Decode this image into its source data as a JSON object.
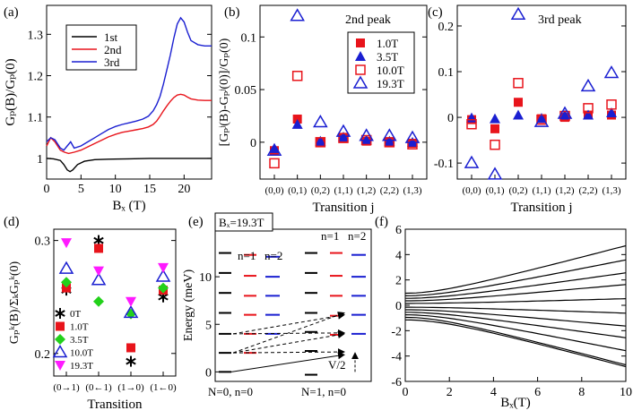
{
  "panels": {
    "a": {
      "label": "(a)"
    },
    "b": {
      "label": "(b)",
      "title": "2nd peak"
    },
    "c": {
      "label": "(c)",
      "title": "3rd peak"
    },
    "d": {
      "label": "(d)"
    },
    "e": {
      "label": "(e)",
      "field_box": "Bₓ=19.3T",
      "labels": {
        "n1_left": "n=1",
        "n2_left": "n=2",
        "n1_right": "n=1",
        "n2_right": "n=2",
        "bottom_left": "N=0, n=0",
        "bottom_right": "N=1, n=0",
        "v2": "V/2"
      }
    },
    "f": {
      "label": "(f)"
    }
  },
  "chart_data": [
    {
      "id": "a",
      "type": "line",
      "xlabel": "Bₓ (T)",
      "ylabel": "Gₚ(B)/Gₚ(0)",
      "xlim": [
        0,
        24
      ],
      "ylim": [
        0.95,
        1.37
      ],
      "xticks": [
        0,
        5,
        10,
        15,
        20
      ],
      "yticks": [
        1,
        1.1,
        1.2,
        1.3
      ],
      "legend": [
        "1st",
        "2nd",
        "3rd"
      ],
      "legend_position": "upper-left",
      "series": [
        {
          "name": "1st",
          "color": "#000000",
          "x": [
            0,
            1,
            2,
            2.5,
            3,
            3.4,
            3.8,
            4.5,
            5.5,
            7,
            9,
            12,
            15,
            18,
            21,
            24
          ],
          "y": [
            1.0,
            0.999,
            0.995,
            0.985,
            0.972,
            0.968,
            0.972,
            0.985,
            0.993,
            0.997,
            0.998,
            0.999,
            1.0,
            1.0,
            1.0,
            1.0
          ]
        },
        {
          "name": "2nd",
          "color": "#e8141b",
          "x": [
            0,
            0.6,
            1.2,
            2,
            2.6,
            3.2,
            4,
            5,
            6,
            7,
            8,
            9,
            10,
            11,
            12,
            13,
            14,
            14.8,
            15.5,
            16,
            16.5,
            17,
            17.5,
            18,
            18.5,
            19,
            19.5,
            20,
            20.5,
            21,
            22,
            23,
            24
          ],
          "y": [
            1.03,
            1.05,
            1.04,
            1.02,
            1.015,
            1.012,
            1.015,
            1.02,
            1.028,
            1.036,
            1.044,
            1.052,
            1.058,
            1.063,
            1.066,
            1.069,
            1.072,
            1.076,
            1.082,
            1.09,
            1.102,
            1.115,
            1.127,
            1.138,
            1.147,
            1.153,
            1.155,
            1.153,
            1.148,
            1.144,
            1.141,
            1.14,
            1.14
          ]
        },
        {
          "name": "3rd",
          "color": "#1a1fd1",
          "x": [
            0,
            0.6,
            1.2,
            2,
            2.5,
            3,
            3.5,
            4,
            5,
            6,
            7,
            8,
            9,
            10,
            11,
            12,
            13,
            14,
            14.8,
            15.5,
            16,
            16.5,
            17,
            17.5,
            18,
            18.5,
            19,
            19.5,
            20,
            20.5,
            21,
            22,
            23,
            24
          ],
          "y": [
            1.04,
            1.05,
            1.045,
            1.025,
            1.02,
            1.03,
            1.04,
            1.025,
            1.03,
            1.04,
            1.05,
            1.06,
            1.07,
            1.077,
            1.082,
            1.086,
            1.09,
            1.095,
            1.102,
            1.115,
            1.13,
            1.15,
            1.18,
            1.215,
            1.25,
            1.29,
            1.325,
            1.34,
            1.33,
            1.305,
            1.285,
            1.275,
            1.272,
            1.272
          ]
        }
      ]
    },
    {
      "id": "b",
      "type": "scatter",
      "xlabel": "Transition j",
      "ylabel": "[Gₚʲ(B)-Gₚʲ(0)]/Gₚ(0)",
      "categories": [
        "(0,0)",
        "(0,1)",
        "(0,2)",
        "(1,1)",
        "(1,2)",
        "(2,2)",
        "(1,3)"
      ],
      "ylim": [
        -0.035,
        0.13
      ],
      "yticks": [
        0,
        0.05,
        0.1
      ],
      "legend_position": "upper-right",
      "series": [
        {
          "name": "1.0T",
          "color": "#e8141b",
          "marker": "filled-square",
          "values": [
            -0.008,
            0.022,
            0.0,
            0.004,
            0.001,
            0.0,
            -0.001
          ]
        },
        {
          "name": "3.5T",
          "color": "#1a1fd1",
          "marker": "filled-triangle",
          "values": [
            -0.006,
            0.017,
            0.001,
            0.005,
            0.002,
            0.001,
            0.0
          ]
        },
        {
          "name": "10.0T",
          "color": "#e8141b",
          "marker": "open-square",
          "values": [
            -0.02,
            0.063,
            0.0,
            0.004,
            0.002,
            0.0,
            -0.002
          ]
        },
        {
          "name": "19.3T",
          "color": "#1a1fd1",
          "marker": "open-triangle",
          "values": [
            -0.008,
            0.12,
            0.019,
            0.01,
            0.006,
            0.006,
            0.004
          ]
        }
      ]
    },
    {
      "id": "c",
      "type": "scatter",
      "xlabel": "Transition j",
      "ylabel": "",
      "categories": [
        "(0,0)",
        "(0,1)",
        "(0,2)",
        "(1,1)",
        "(1,2)",
        "(2,2)",
        "(1,3)"
      ],
      "ylim": [
        -0.135,
        0.245
      ],
      "yticks": [
        -0.1,
        0,
        0.1,
        0.2
      ],
      "series": [
        {
          "name": "1.0T",
          "color": "#e8141b",
          "marker": "filled-square",
          "values": [
            -0.005,
            -0.025,
            0.033,
            -0.003,
            0.0,
            0.005,
            0.005
          ]
        },
        {
          "name": "3.5T",
          "color": "#1a1fd1",
          "marker": "filled-triangle",
          "values": [
            -0.001,
            -0.003,
            0.005,
            -0.002,
            0.005,
            0.005,
            0.01
          ]
        },
        {
          "name": "10.0T",
          "color": "#e8141b",
          "marker": "open-square",
          "values": [
            -0.015,
            -0.06,
            0.075,
            -0.005,
            0.003,
            0.02,
            0.028
          ]
        },
        {
          "name": "19.3T",
          "color": "#1a1fd1",
          "marker": "open-triangle",
          "values": [
            -0.1,
            -0.125,
            0.225,
            -0.01,
            0.008,
            0.068,
            0.097
          ]
        }
      ]
    },
    {
      "id": "d",
      "type": "scatter",
      "xlabel": "Transition",
      "ylabel": "Gₚᵏ(B)/ΣₖGₚᵏ(0)",
      "categories": [
        "(0→1)",
        "(0←1)",
        "(1→0)",
        "(1←0)"
      ],
      "ylim": [
        0.18,
        0.31
      ],
      "yticks": [
        0.2,
        0.3
      ],
      "legend_position": "lower-left",
      "series": [
        {
          "name": "0T",
          "color": "#000000",
          "marker": "star",
          "values": [
            0.256,
            0.3,
            0.193,
            0.25
          ]
        },
        {
          "name": "1.0T",
          "color": "#e8141b",
          "marker": "filled-square",
          "values": [
            0.258,
            0.293,
            0.205,
            0.256
          ]
        },
        {
          "name": "3.5T",
          "color": "#22d11a",
          "marker": "filled-diamond",
          "values": [
            0.263,
            0.246,
            0.235,
            0.258
          ]
        },
        {
          "name": "10.0T",
          "color": "#1a1fd1",
          "marker": "open-triangle",
          "values": [
            0.275,
            0.265,
            0.236,
            0.268
          ]
        },
        {
          "name": "19.3T",
          "color": "#ff1aff",
          "marker": "filled-down-triangle",
          "values": [
            0.298,
            0.273,
            0.246,
            0.276
          ]
        }
      ]
    },
    {
      "id": "e",
      "type": "diagram",
      "ylabel": "Energy (meV)",
      "ylim": [
        -1,
        15
      ],
      "yticks": [
        0,
        5,
        10
      ],
      "levels": {
        "black_left": [
          0,
          2,
          4,
          6.2,
          8.3,
          10.4,
          12.5
        ],
        "red_left": [
          2,
          4,
          6,
          8,
          10.1,
          12.3
        ],
        "blue_left": [
          4,
          6,
          8,
          10,
          12.1
        ],
        "black_right": [
          -0.3,
          2.2,
          4.2,
          6.2,
          8.3,
          10.4,
          12.5
        ],
        "red_right": [
          3.9,
          5.9,
          8,
          10.1,
          12.5
        ],
        "blue_right": [
          4,
          6,
          8,
          10,
          12.3
        ]
      },
      "arrows": [
        [
          2,
          2.1
        ],
        [
          2,
          4.0
        ],
        [
          4,
          4.1
        ],
        [
          4,
          6.0
        ],
        [
          2,
          6.2
        ]
      ],
      "v_over_2": [
        0,
        2
      ]
    },
    {
      "id": "f",
      "type": "line",
      "xlabel": "Bₓ(T)",
      "ylabel": "",
      "xlim": [
        0,
        10
      ],
      "ylim": [
        -6,
        6
      ],
      "xticks": [
        0,
        2,
        4,
        6,
        8,
        10
      ],
      "yticks": [
        -6,
        -4,
        -2,
        0,
        2,
        4,
        6
      ],
      "series": [
        {
          "offset": 0.95,
          "slope": 0.46
        },
        {
          "offset": 0.75,
          "slope": 0.35
        },
        {
          "offset": 0.55,
          "slope": 0.25
        },
        {
          "offset": 0.35,
          "slope": 0.16
        },
        {
          "offset": 0.15,
          "slope": 0.05
        },
        {
          "offset": -0.15,
          "slope": -0.06
        },
        {
          "offset": -0.35,
          "slope": -0.16
        },
        {
          "offset": -0.55,
          "slope": -0.25
        },
        {
          "offset": -0.75,
          "slope": -0.35
        },
        {
          "offset": -0.95,
          "slope": -0.46
        },
        {
          "offset": -1.15,
          "slope": -0.47
        }
      ]
    }
  ]
}
